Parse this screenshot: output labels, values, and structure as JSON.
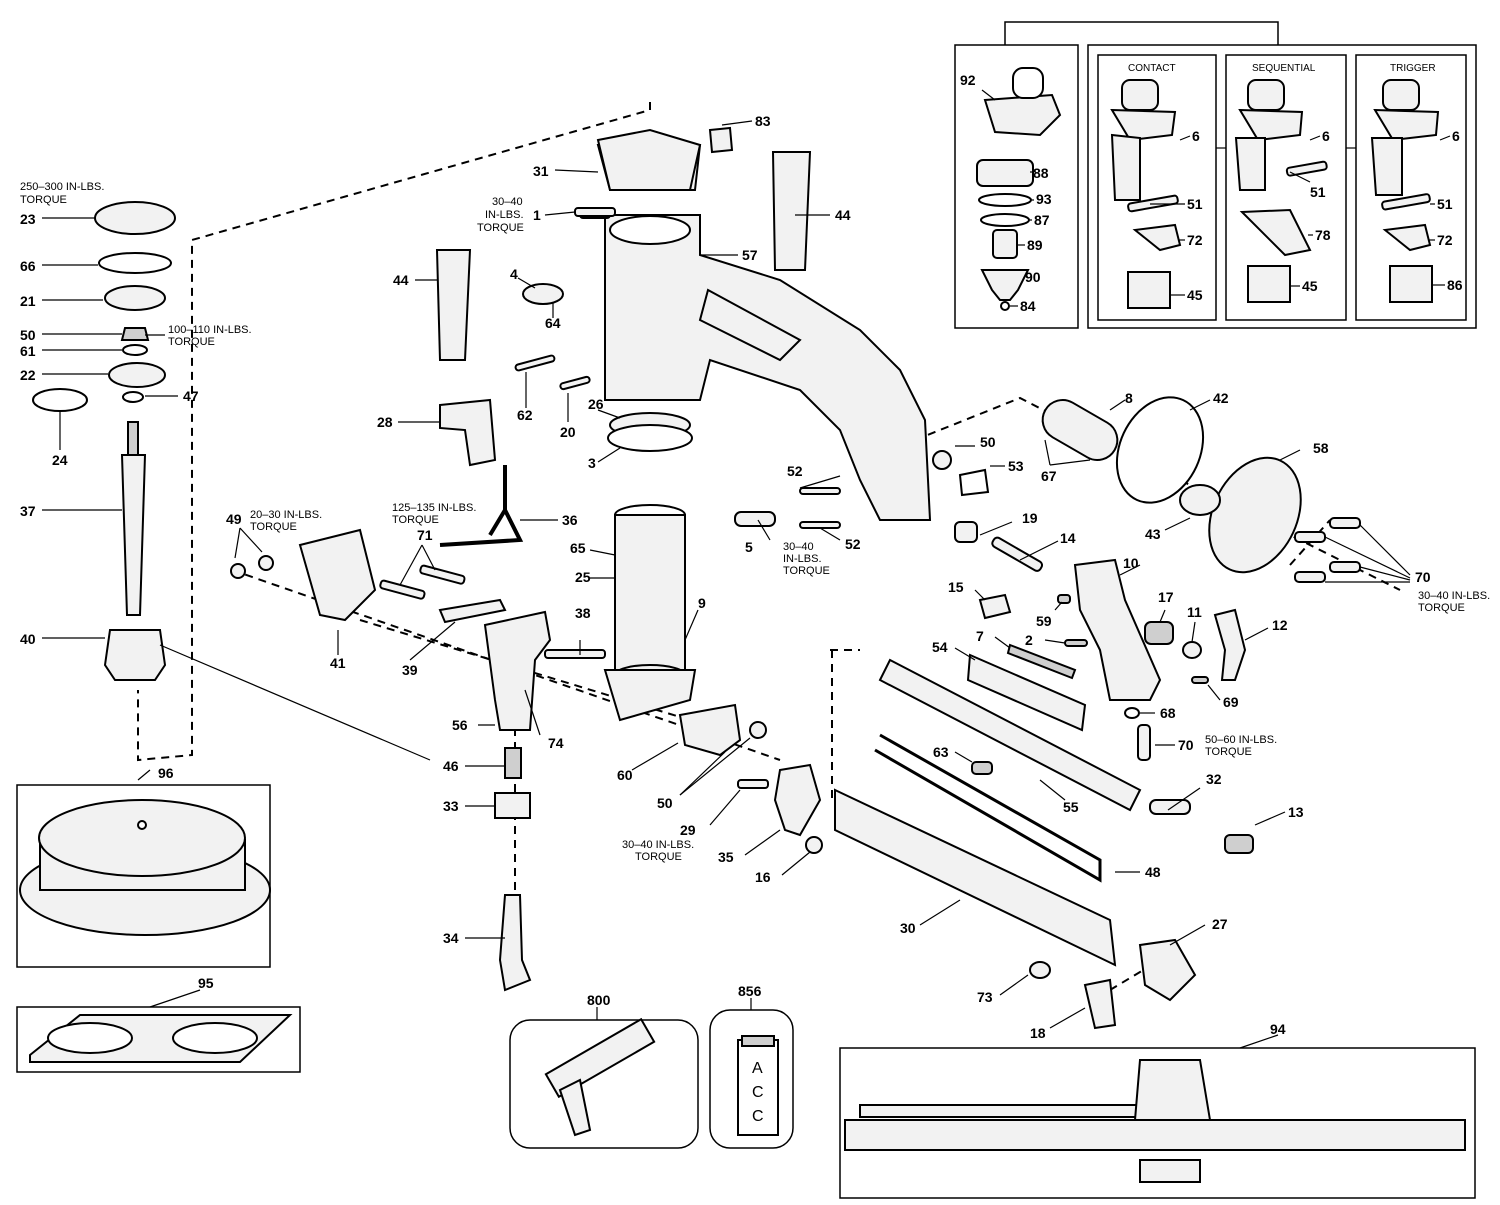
{
  "labels": {
    "l1": "1",
    "l2": "2",
    "l3": "3",
    "l4": "4",
    "l5": "5",
    "l6a": "6",
    "l6b": "6",
    "l6c": "6",
    "l7": "7",
    "l8": "8",
    "l9": "9",
    "l10": "10",
    "l11": "11",
    "l12": "12",
    "l13": "13",
    "l14": "14",
    "l15": "15",
    "l16": "16",
    "l17": "17",
    "l18": "18",
    "l19": "19",
    "l20": "20",
    "l21": "21",
    "l22": "22",
    "l23": "23",
    "l24": "24",
    "l25": "25",
    "l26": "26",
    "l27": "27",
    "l28": "28",
    "l29": "29",
    "l30": "30",
    "l31": "31",
    "l32": "32",
    "l33": "33",
    "l34": "34",
    "l35": "35",
    "l36": "36",
    "l37": "37",
    "l38": "38",
    "l39": "39",
    "l40": "40",
    "l41": "41",
    "l42": "42",
    "l43": "43",
    "l44a": "44",
    "l44b": "44",
    "l45a": "45",
    "l45b": "45",
    "l46": "46",
    "l47": "47",
    "l48": "48",
    "l49": "49",
    "l50a": "50",
    "l50b": "50",
    "l50c": "50",
    "l51a": "51",
    "l51b": "51",
    "l51c": "51",
    "l52a": "52",
    "l52b": "52",
    "l53": "53",
    "l54": "54",
    "l55": "55",
    "l56": "56",
    "l57": "57",
    "l58": "58",
    "l59": "59",
    "l60": "60",
    "l61": "61",
    "l62": "62",
    "l63": "63",
    "l64": "64",
    "l65": "65",
    "l66": "66",
    "l67": "67",
    "l68": "68",
    "l69": "69",
    "l70a": "70",
    "l70b": "70",
    "l72a": "72",
    "l72b": "72",
    "l73": "73",
    "l74": "74",
    "l78": "78",
    "l71": "71",
    "l84": "84",
    "l83": "83",
    "l86": "86",
    "l87": "87",
    "l88": "88",
    "l89": "89",
    "l90": "90",
    "l92": "92",
    "l93": "93",
    "l94": "94",
    "l95": "95",
    "l96": "96",
    "l800": "800",
    "l856": "856"
  },
  "torque": {
    "t23a": "250–300 IN-LBS.",
    "t23b": "TORQUE",
    "t50a": "100–110 IN-LBS.",
    "t50b": "TORQUE",
    "t1a": "30–40",
    "t1b": "IN-LBS.",
    "t1c": "TORQUE",
    "t41a": "20–30 IN-LBS.",
    "t41b": "TORQUE",
    "t71a": "125–135 IN-LBS.",
    "t71b": "TORQUE",
    "t5a": "30–40",
    "t5b": "IN-LBS.",
    "t5c": "TORQUE",
    "t70a": "30–40 IN-LBS.",
    "t70b": "TORQUE",
    "t70ba": "50–60 IN-LBS.",
    "t70bb": "TORQUE",
    "t29a": "30–40 IN-LBS.",
    "t29b": "TORQUE"
  },
  "headers": {
    "contact": "CONTACT",
    "sequential": "SEQUENTIAL",
    "trigger": "TRIGGER"
  },
  "card": {
    "a": "A",
    "c1": "C",
    "c2": "C"
  }
}
